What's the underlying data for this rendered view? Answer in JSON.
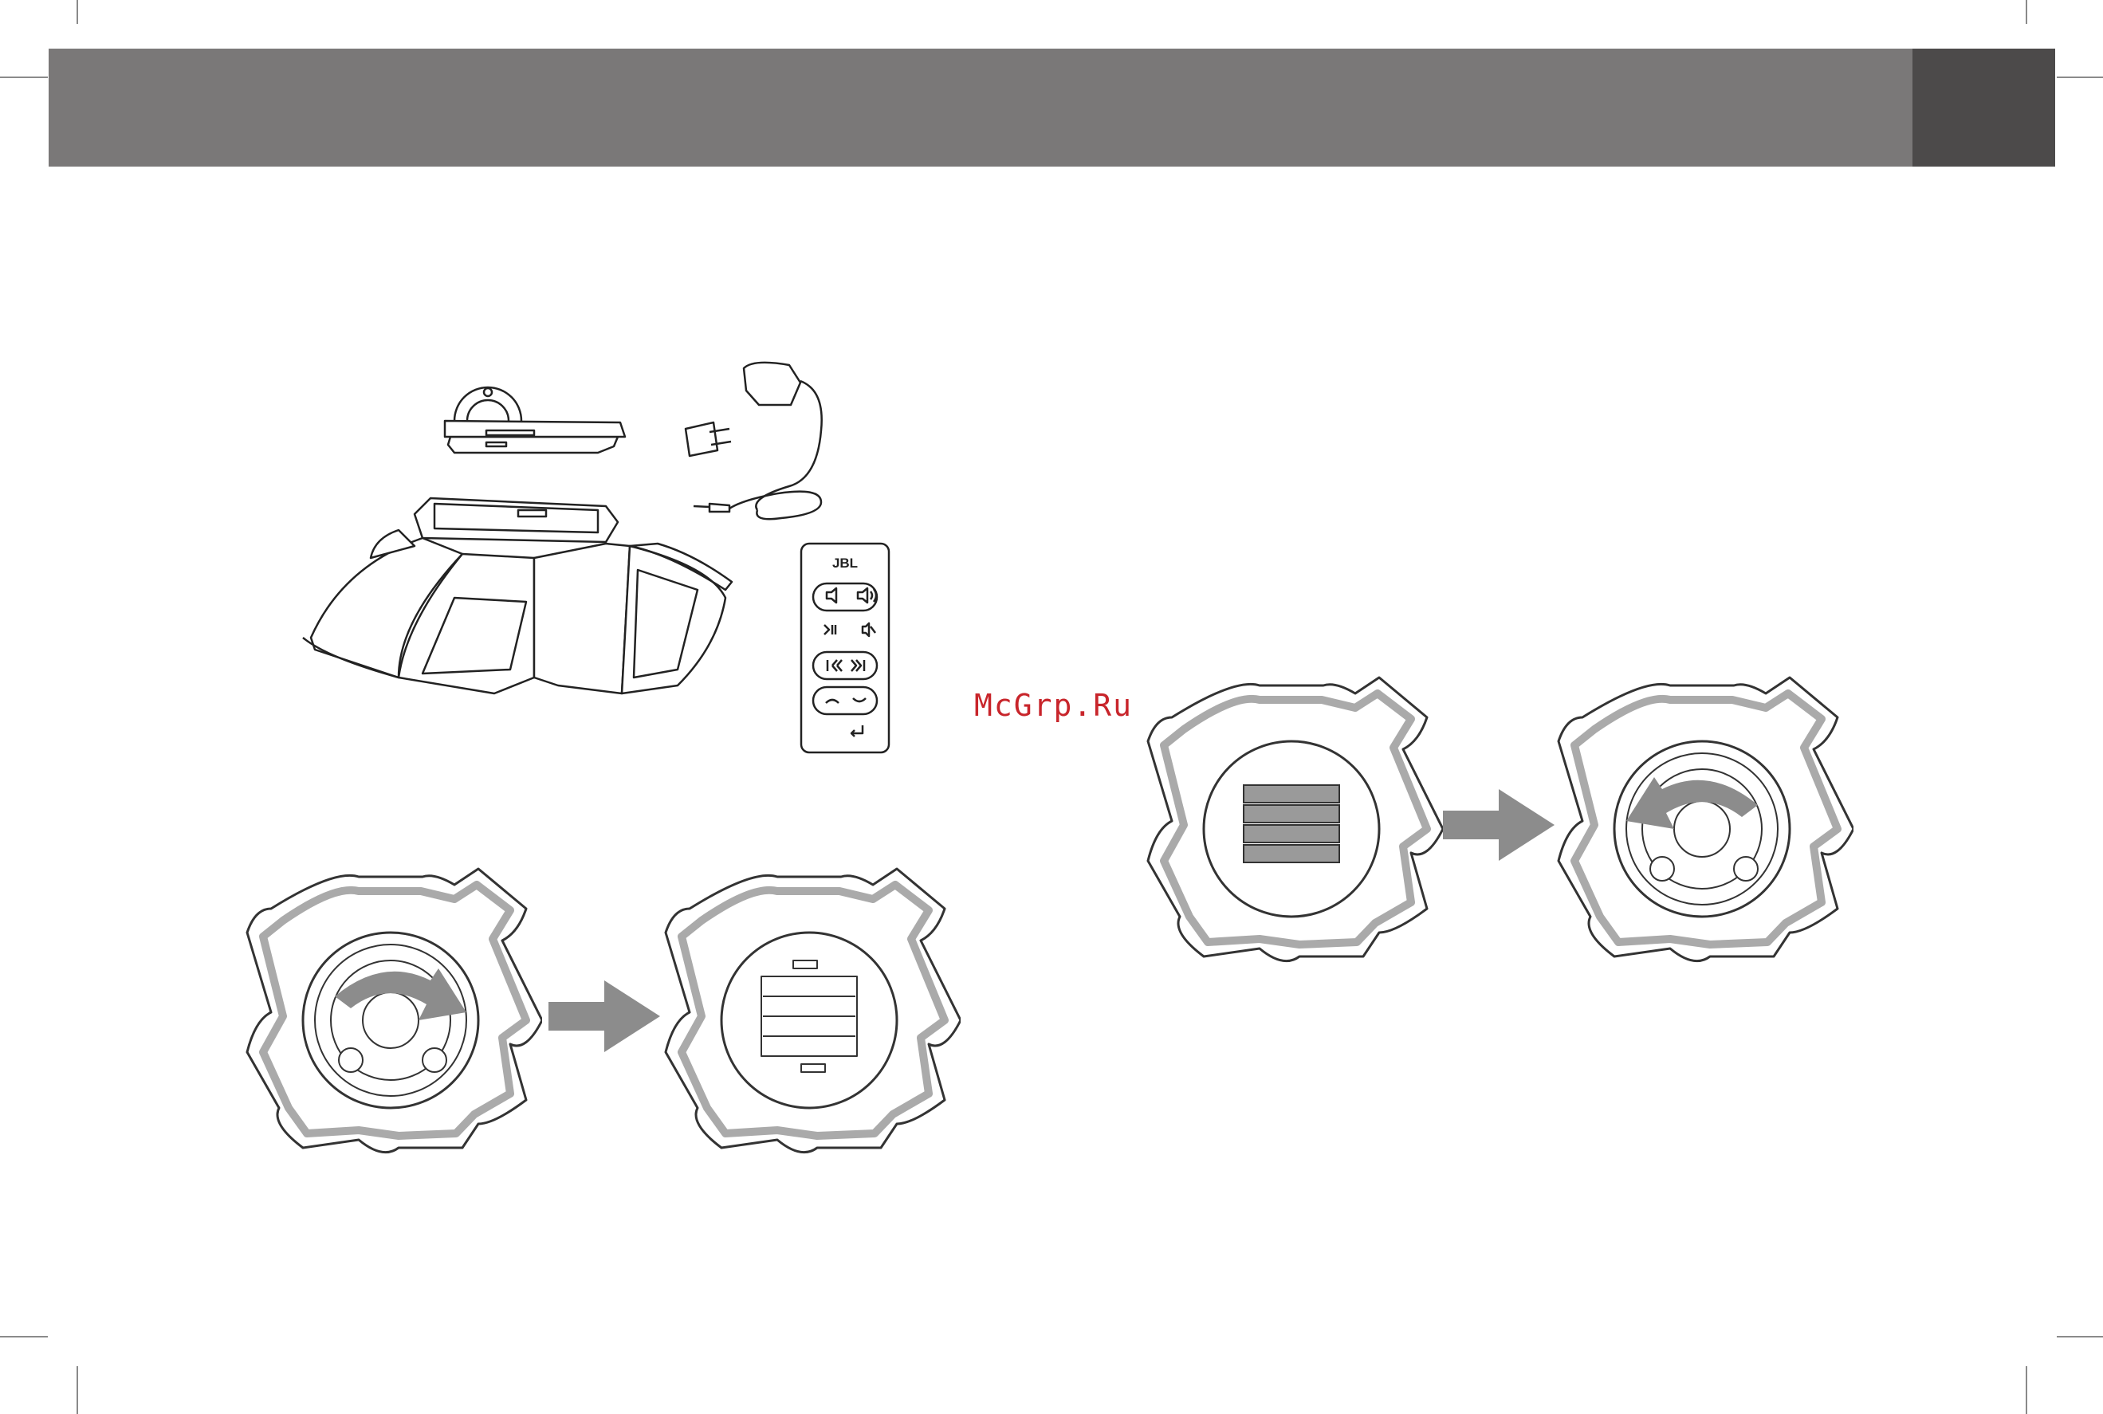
{
  "header": {
    "bar_color": "#7a7878",
    "tab_color": "#4c4a4a"
  },
  "watermark": {
    "text": "McGrp.Ru",
    "color": "#c8252b"
  },
  "remote": {
    "brand": "JBL",
    "buttons": [
      "volume-down",
      "volume-up",
      "play-pause",
      "mute",
      "previous",
      "next",
      "up",
      "down",
      "enter"
    ]
  },
  "diagrams": {
    "arrow_color": "#8c8c8c",
    "battery_fill": "#9a9a9a",
    "steps": [
      "remove-cover",
      "cover-open",
      "batteries-inserted",
      "close-cover"
    ]
  }
}
